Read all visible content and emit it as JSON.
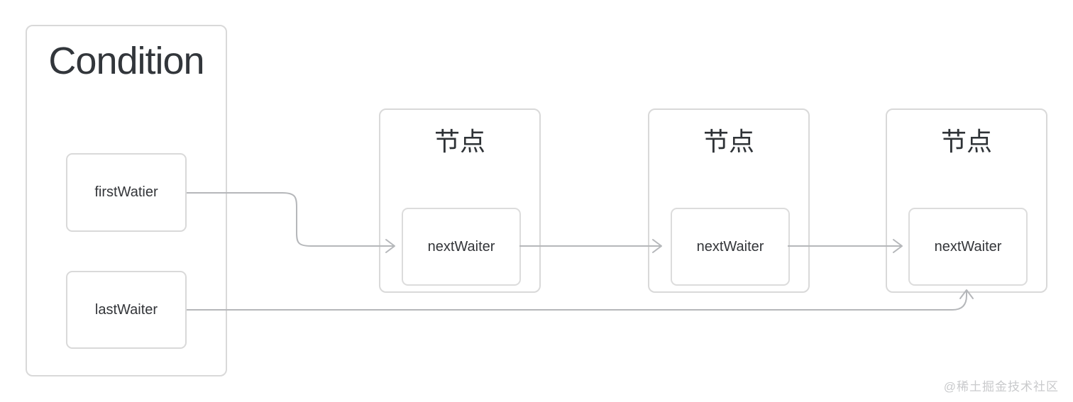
{
  "diagram": {
    "condition": {
      "title": "Condition",
      "fields": [
        {
          "label": "firstWatier"
        },
        {
          "label": "lastWaiter"
        }
      ]
    },
    "nodes": [
      {
        "title": "节点",
        "field": "nextWaiter"
      },
      {
        "title": "节点",
        "field": "nextWaiter"
      },
      {
        "title": "节点",
        "field": "nextWaiter"
      }
    ],
    "connections": [
      {
        "from": "Condition.firstWatier",
        "to": "node1.nextWaiter"
      },
      {
        "from": "node1.nextWaiter",
        "to": "node2.nextWaiter"
      },
      {
        "from": "node2.nextWaiter",
        "to": "node3.nextWaiter"
      },
      {
        "from": "Condition.lastWaiter",
        "to": "node3.nextWaiter"
      }
    ],
    "colors": {
      "box_border": "#d9d9d9",
      "connector": "#b5b7ba",
      "title_text": "#32363b",
      "label_text": "#333539",
      "watermark_text": "#c9cacc",
      "background": "#ffffff"
    }
  },
  "watermark": "@稀土掘金技术社区"
}
